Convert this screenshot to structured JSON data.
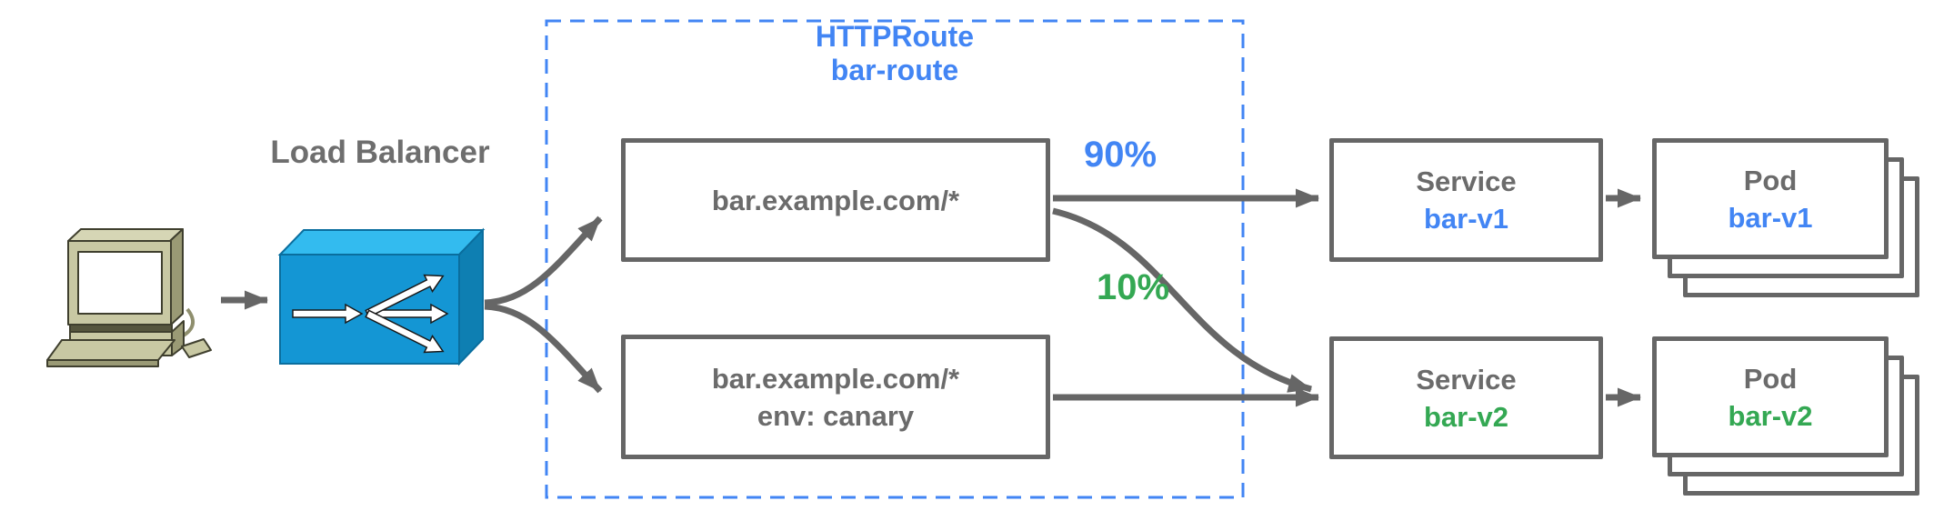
{
  "colors": {
    "accent_blue": "#4285F4",
    "accent_green": "#34A853",
    "line_gray": "#666666",
    "lb_front_blue": "#1496D4",
    "lb_top_blue": "#33BBEF",
    "lb_side_blue": "#0E7FB2"
  },
  "client": {
    "icon": "desktop-computer-icon"
  },
  "load_balancer": {
    "label": "Load Balancer"
  },
  "httproute": {
    "kind": "HTTPRoute",
    "name": "bar-route",
    "rules": [
      {
        "match": "bar.example.com/*"
      },
      {
        "match": "bar.example.com/*",
        "header": "env: canary"
      }
    ]
  },
  "weights": [
    {
      "label": "90%"
    },
    {
      "label": "10%"
    }
  ],
  "services": [
    {
      "kind": "Service",
      "name": "bar-v1"
    },
    {
      "kind": "Service",
      "name": "bar-v2"
    }
  ],
  "pods": [
    {
      "kind": "Pod",
      "name": "bar-v1"
    },
    {
      "kind": "Pod",
      "name": "bar-v2"
    }
  ]
}
